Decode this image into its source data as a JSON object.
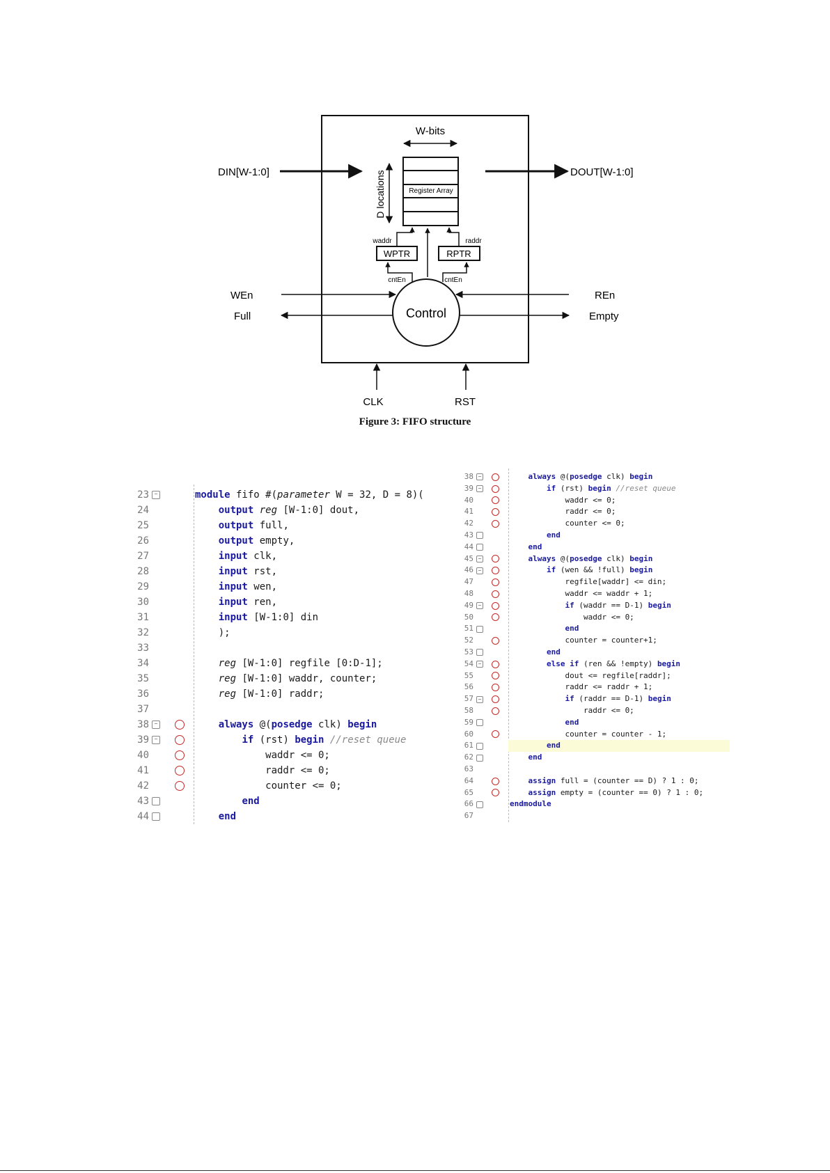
{
  "figure": {
    "caption": "Figure 3: FIFO structure",
    "labels": {
      "w_bits": "W-bits",
      "din": "DIN[W-1:0]",
      "dout": "DOUT[W-1:0]",
      "d_locations": "D locations",
      "register_array": "Register Array",
      "waddr": "waddr",
      "raddr": "raddr",
      "wptr": "WPTR",
      "rptr": "RPTR",
      "cnten_left": "cntEn",
      "cnten_right": "cntEn",
      "wen": "wen",
      "control": "Control",
      "wen_in": "WEn",
      "full": "Full",
      "ren_in": "REn",
      "empty": "Empty",
      "clk": "CLK",
      "rst": "RST"
    }
  },
  "left_code": {
    "lines": [
      {
        "n": "23",
        "fold": "open",
        "bp": false,
        "t": [
          [
            "kw",
            "module"
          ],
          [
            "",
            " fifo #("
          ],
          [
            "it",
            "parameter"
          ],
          [
            "",
            " W = 32, D = 8)("
          ]
        ]
      },
      {
        "n": "24",
        "fold": "",
        "bp": false,
        "t": [
          [
            "",
            "    "
          ],
          [
            "kw",
            "output"
          ],
          [
            "",
            " "
          ],
          [
            "it",
            "reg"
          ],
          [
            "",
            " [W-1:0] dout,"
          ]
        ]
      },
      {
        "n": "25",
        "fold": "",
        "bp": false,
        "t": [
          [
            "",
            "    "
          ],
          [
            "kw",
            "output"
          ],
          [
            "",
            " full,"
          ]
        ]
      },
      {
        "n": "26",
        "fold": "",
        "bp": false,
        "t": [
          [
            "",
            "    "
          ],
          [
            "kw",
            "output"
          ],
          [
            "",
            " empty,"
          ]
        ]
      },
      {
        "n": "27",
        "fold": "",
        "bp": false,
        "t": [
          [
            "",
            "    "
          ],
          [
            "kw",
            "input"
          ],
          [
            "",
            " clk,"
          ]
        ]
      },
      {
        "n": "28",
        "fold": "",
        "bp": false,
        "t": [
          [
            "",
            "    "
          ],
          [
            "kw",
            "input"
          ],
          [
            "",
            " rst,"
          ]
        ]
      },
      {
        "n": "29",
        "fold": "",
        "bp": false,
        "t": [
          [
            "",
            "    "
          ],
          [
            "kw",
            "input"
          ],
          [
            "",
            " wen,"
          ]
        ]
      },
      {
        "n": "30",
        "fold": "",
        "bp": false,
        "t": [
          [
            "",
            "    "
          ],
          [
            "kw",
            "input"
          ],
          [
            "",
            " ren,"
          ]
        ]
      },
      {
        "n": "31",
        "fold": "",
        "bp": false,
        "t": [
          [
            "",
            "    "
          ],
          [
            "kw",
            "input"
          ],
          [
            "",
            " [W-1:0] din"
          ]
        ]
      },
      {
        "n": "32",
        "fold": "",
        "bp": false,
        "t": [
          [
            "",
            "    );"
          ]
        ]
      },
      {
        "n": "33",
        "fold": "",
        "bp": false,
        "t": []
      },
      {
        "n": "34",
        "fold": "",
        "bp": false,
        "t": [
          [
            "",
            "    "
          ],
          [
            "it",
            "reg"
          ],
          [
            "",
            " [W-1:0] regfile [0:D-1];"
          ]
        ]
      },
      {
        "n": "35",
        "fold": "",
        "bp": false,
        "t": [
          [
            "",
            "    "
          ],
          [
            "it",
            "reg"
          ],
          [
            "",
            " [W-1:0] waddr, counter;"
          ]
        ]
      },
      {
        "n": "36",
        "fold": "",
        "bp": false,
        "t": [
          [
            "",
            "    "
          ],
          [
            "it",
            "reg"
          ],
          [
            "",
            " [W-1:0] raddr;"
          ]
        ]
      },
      {
        "n": "37",
        "fold": "",
        "bp": false,
        "t": []
      },
      {
        "n": "38",
        "fold": "open",
        "bp": true,
        "t": [
          [
            "",
            "    "
          ],
          [
            "kw",
            "always"
          ],
          [
            "",
            " @("
          ],
          [
            "kw",
            "posedge"
          ],
          [
            "",
            " clk) "
          ],
          [
            "kw",
            "begin"
          ]
        ]
      },
      {
        "n": "39",
        "fold": "open",
        "bp": true,
        "t": [
          [
            "",
            "        "
          ],
          [
            "kw",
            "if"
          ],
          [
            "",
            " (rst) "
          ],
          [
            "kw",
            "begin"
          ],
          [
            "",
            " "
          ],
          [
            "cm",
            "//reset queue"
          ]
        ]
      },
      {
        "n": "40",
        "fold": "",
        "bp": true,
        "t": [
          [
            "",
            "            waddr <= 0;"
          ]
        ]
      },
      {
        "n": "41",
        "fold": "",
        "bp": true,
        "t": [
          [
            "",
            "            raddr <= 0;"
          ]
        ]
      },
      {
        "n": "42",
        "fold": "",
        "bp": true,
        "t": [
          [
            "",
            "            counter <= 0;"
          ]
        ]
      },
      {
        "n": "43",
        "fold": "close",
        "bp": false,
        "t": [
          [
            "",
            "        "
          ],
          [
            "kw",
            "end"
          ]
        ]
      },
      {
        "n": "44",
        "fold": "close",
        "bp": false,
        "t": [
          [
            "",
            "    "
          ],
          [
            "kw",
            "end"
          ]
        ]
      }
    ]
  },
  "right_code": {
    "lines": [
      {
        "n": "38",
        "fold": "open",
        "bp": true,
        "t": [
          [
            "",
            "    "
          ],
          [
            "kw",
            "always"
          ],
          [
            "",
            " @("
          ],
          [
            "kw",
            "posedge"
          ],
          [
            "",
            " clk) "
          ],
          [
            "kw",
            "begin"
          ]
        ]
      },
      {
        "n": "39",
        "fold": "open",
        "bp": true,
        "t": [
          [
            "",
            "        "
          ],
          [
            "kw",
            "if"
          ],
          [
            "",
            " (rst) "
          ],
          [
            "kw",
            "begin"
          ],
          [
            "",
            " "
          ],
          [
            "cm",
            "//reset queue"
          ]
        ]
      },
      {
        "n": "40",
        "fold": "",
        "bp": true,
        "t": [
          [
            "",
            "            waddr <= 0;"
          ]
        ]
      },
      {
        "n": "41",
        "fold": "",
        "bp": true,
        "t": [
          [
            "",
            "            raddr <= 0;"
          ]
        ]
      },
      {
        "n": "42",
        "fold": "",
        "bp": true,
        "t": [
          [
            "",
            "            counter <= 0;"
          ]
        ]
      },
      {
        "n": "43",
        "fold": "close",
        "bp": false,
        "t": [
          [
            "",
            "        "
          ],
          [
            "kw",
            "end"
          ]
        ]
      },
      {
        "n": "44",
        "fold": "close",
        "bp": false,
        "t": [
          [
            "",
            "    "
          ],
          [
            "kw",
            "end"
          ]
        ]
      },
      {
        "n": "45",
        "fold": "open",
        "bp": true,
        "t": [
          [
            "",
            "    "
          ],
          [
            "kw",
            "always"
          ],
          [
            "",
            " @("
          ],
          [
            "kw",
            "posedge"
          ],
          [
            "",
            " clk) "
          ],
          [
            "kw",
            "begin"
          ]
        ]
      },
      {
        "n": "46",
        "fold": "open",
        "bp": true,
        "t": [
          [
            "",
            "        "
          ],
          [
            "kw",
            "if"
          ],
          [
            "",
            " (wen && !full) "
          ],
          [
            "kw",
            "begin"
          ]
        ]
      },
      {
        "n": "47",
        "fold": "",
        "bp": true,
        "t": [
          [
            "",
            "            regfile[waddr] <= din;"
          ]
        ]
      },
      {
        "n": "48",
        "fold": "",
        "bp": true,
        "t": [
          [
            "",
            "            waddr <= waddr + 1;"
          ]
        ]
      },
      {
        "n": "49",
        "fold": "open",
        "bp": true,
        "t": [
          [
            "",
            "            "
          ],
          [
            "kw",
            "if"
          ],
          [
            "",
            " (waddr == D-1) "
          ],
          [
            "kw",
            "begin"
          ]
        ]
      },
      {
        "n": "50",
        "fold": "",
        "bp": true,
        "t": [
          [
            "",
            "                waddr <= 0;"
          ]
        ]
      },
      {
        "n": "51",
        "fold": "close",
        "bp": false,
        "t": [
          [
            "",
            "            "
          ],
          [
            "kw",
            "end"
          ]
        ]
      },
      {
        "n": "52",
        "fold": "",
        "bp": true,
        "t": [
          [
            "",
            "            counter = counter+1;"
          ]
        ]
      },
      {
        "n": "53",
        "fold": "close",
        "bp": false,
        "t": [
          [
            "",
            "        "
          ],
          [
            "kw",
            "end"
          ]
        ]
      },
      {
        "n": "54",
        "fold": "open",
        "bp": true,
        "t": [
          [
            "",
            "        "
          ],
          [
            "kw",
            "else if"
          ],
          [
            "",
            " (ren && !empty) "
          ],
          [
            "kw",
            "begin"
          ]
        ]
      },
      {
        "n": "55",
        "fold": "",
        "bp": true,
        "t": [
          [
            "",
            "            dout <= regfile[raddr];"
          ]
        ]
      },
      {
        "n": "56",
        "fold": "",
        "bp": true,
        "t": [
          [
            "",
            "            raddr <= raddr + 1;"
          ]
        ]
      },
      {
        "n": "57",
        "fold": "open",
        "bp": true,
        "t": [
          [
            "",
            "            "
          ],
          [
            "kw",
            "if"
          ],
          [
            "",
            " (raddr == D-1) "
          ],
          [
            "kw",
            "begin"
          ]
        ]
      },
      {
        "n": "58",
        "fold": "",
        "bp": true,
        "t": [
          [
            "",
            "                raddr <= 0;"
          ]
        ]
      },
      {
        "n": "59",
        "fold": "close",
        "bp": false,
        "t": [
          [
            "",
            "            "
          ],
          [
            "kw",
            "end"
          ]
        ]
      },
      {
        "n": "60",
        "fold": "",
        "bp": true,
        "t": [
          [
            "",
            "            counter = counter - 1;"
          ]
        ]
      },
      {
        "n": "61",
        "fold": "close",
        "bp": false,
        "hl": true,
        "t": [
          [
            "",
            "        "
          ],
          [
            "kw",
            "end"
          ]
        ]
      },
      {
        "n": "62",
        "fold": "close",
        "bp": false,
        "t": [
          [
            "",
            "    "
          ],
          [
            "kw",
            "end"
          ]
        ]
      },
      {
        "n": "63",
        "fold": "",
        "bp": false,
        "t": []
      },
      {
        "n": "64",
        "fold": "",
        "bp": true,
        "t": [
          [
            "",
            "    "
          ],
          [
            "kw",
            "assign"
          ],
          [
            "",
            " full = (counter == D) ? 1 : 0;"
          ]
        ]
      },
      {
        "n": "65",
        "fold": "",
        "bp": true,
        "t": [
          [
            "",
            "    "
          ],
          [
            "kw",
            "assign"
          ],
          [
            "",
            " empty = (counter == 0) ? 1 : 0;"
          ]
        ]
      },
      {
        "n": "66",
        "fold": "close",
        "bp": false,
        "t": [
          [
            "kw",
            "endmodule"
          ]
        ]
      },
      {
        "n": "67",
        "fold": "",
        "bp": false,
        "t": []
      }
    ]
  }
}
